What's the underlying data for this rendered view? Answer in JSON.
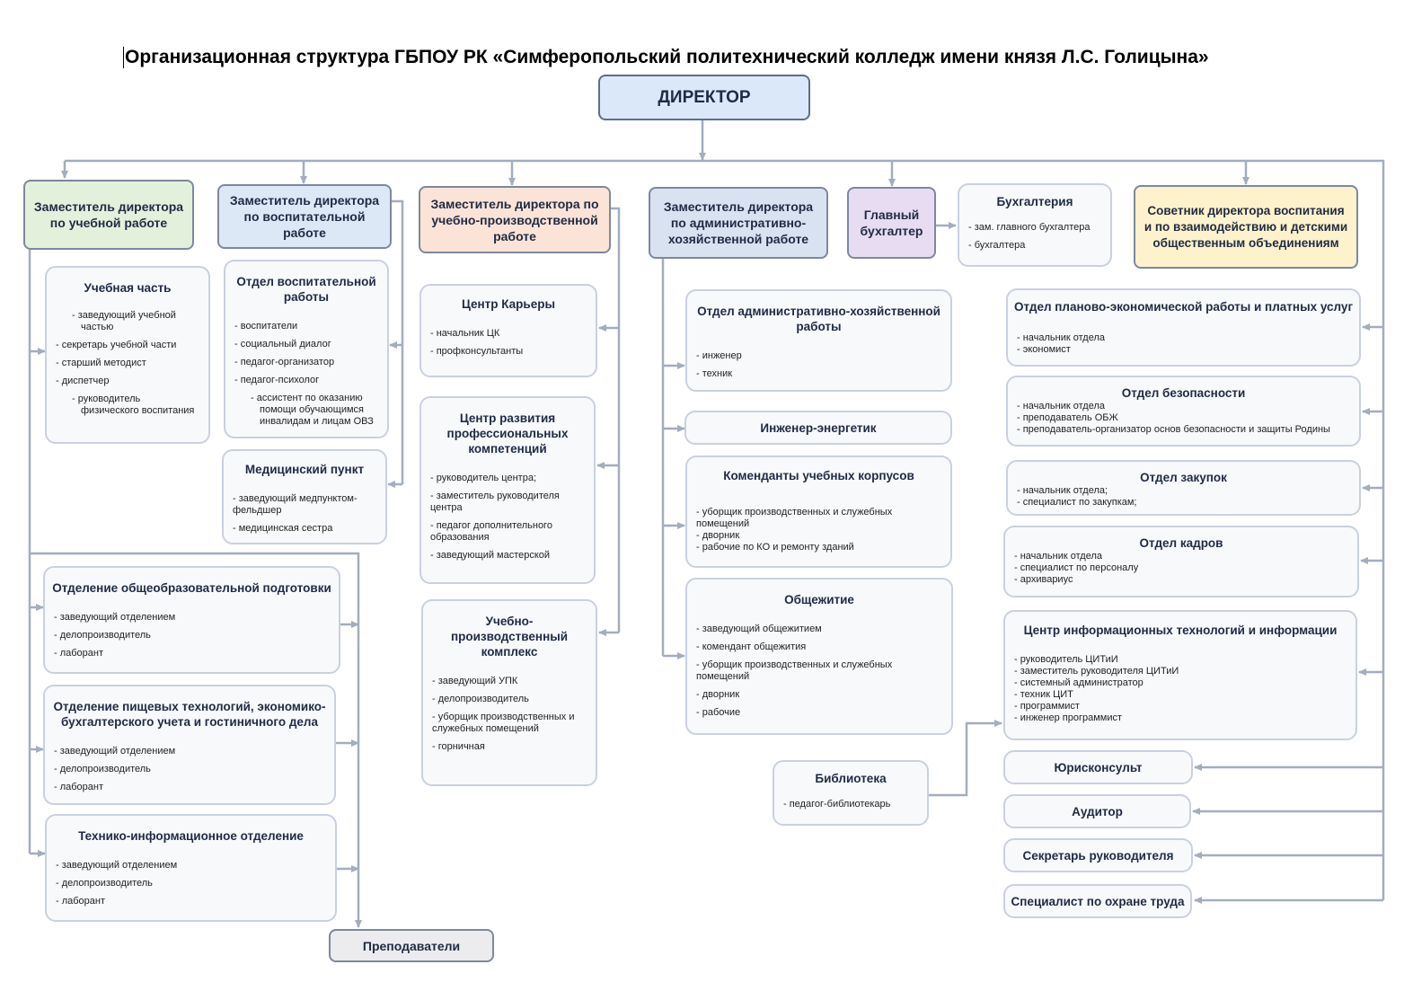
{
  "title": "Организационная структура ГБПОУ РК «Симферопольский политехнический колледж имени князя Л.С. Голицына»",
  "colors": {
    "connector": "#a3adbd",
    "director_fill": "#dbe8f9",
    "deputy_academic_fill": "#e3f0dc",
    "deputy_upbringing_fill": "#dce8f6",
    "deputy_production_fill": "#fbe3d8",
    "deputy_admin_fill": "#d9e2f1",
    "chief_accountant_fill": "#e8dcf2",
    "advisor_fill": "#fdf2cc",
    "unit_fill": "#f8f9fb",
    "teachers_fill": "#ececee"
  },
  "director": "ДИРЕКТОР",
  "heads": {
    "academic": "Заместитель директора по учебной работе",
    "upbringing": "Заместитель директора по воспитательной работе",
    "production": "Заместитель директора по учебно-производственной работе",
    "admin": "Заместитель директора по административно-хозяйственной работе",
    "chief_accountant": "Главный бухгалтер",
    "advisor": "Советник директора воспитания и по взаимодействию и детскими общественным объединениям"
  },
  "units": {
    "uchebnaya": {
      "title": "Учебная часть",
      "items": [
        "- заведующий учебной частью",
        "- секретарь учебной части",
        "- старший методист",
        "- диспетчер",
        "- руководитель физического воспитания"
      ]
    },
    "vospit": {
      "title": "Отдел воспитательной работы",
      "items": [
        "- воспитатели",
        "- социальный диалог",
        "- педагог-организатор",
        "- педагог-психолог",
        "- ассистент по оказанию помощи обучающимся инвалидам и лицам ОВЗ"
      ]
    },
    "med": {
      "title": "Медицинский пункт",
      "items": [
        "- заведующий медпунктом-фельдшер",
        "- медицинская сестра"
      ]
    },
    "otd_obsh": {
      "title": "Отделение общеобразовательной подготовки",
      "items": [
        "- заведующий отделением",
        "- делопроизводитель",
        "- лаборант"
      ]
    },
    "otd_pish": {
      "title": "Отделение пищевых технологий, экономико-бухгалтерского учета и гостиничного дела",
      "items": [
        "- заведующий отделением",
        "- делопроизводитель",
        "- лаборант"
      ]
    },
    "otd_tech": {
      "title": "Технико-информационное отделение",
      "items": [
        "- заведующий отделением",
        "- делопроизводитель",
        "- лаборант"
      ]
    },
    "teachers": "Преподаватели",
    "career": {
      "title": "Центр Карьеры",
      "items": [
        "- начальник ЦК",
        "- профконсультанты"
      ]
    },
    "cpk": {
      "title": "Центр развития профессиональных компетенций",
      "items": [
        "- руководитель центра;",
        "- заместитель руководителя центра",
        "- педагог дополнительного образования",
        "- заведующий мастерской"
      ]
    },
    "upk": {
      "title": "Учебно-производственный комплекс",
      "items": [
        "- заведующий УПК",
        "- делопроизводитель",
        "- уборщик производственных и служебных помещений",
        "- горничная"
      ]
    },
    "ahr": {
      "title": "Отдел административно-хозяйственной работы",
      "items": [
        "- инженер",
        "- техник"
      ]
    },
    "energetic": "Инженер-энергетик",
    "komend": {
      "title": "Коменданты учебных корпусов",
      "items": [
        "- уборщик производственных и служебных помещений",
        "- дворник",
        "- рабочие по КО и ремонту зданий"
      ]
    },
    "obsh": {
      "title": "Общежитие",
      "items": [
        "- заведующий общежитием",
        "- комендант общежития",
        "- уборщик производственных и служебных помещений",
        "- дворник",
        "- рабочие"
      ]
    },
    "library": {
      "title": "Библиотека",
      "items": [
        "- педагог-библиотекарь"
      ]
    },
    "buh": {
      "title": "Бухгалтерия",
      "items": [
        "- зам. главного бухгалтера",
        "- бухгалтера"
      ]
    },
    "plan": {
      "title": "Отдел планово-экономической работы и платных услуг",
      "items": [
        "- начальник отдела",
        "- экономист"
      ]
    },
    "bezop": {
      "title": "Отдел безопасности",
      "items": [
        "- начальник отдела",
        "- преподаватель ОБЖ",
        "- преподаватель-организатор основ безопасности и защиты Родины"
      ]
    },
    "zakup": {
      "title": "Отдел закупок",
      "items": [
        "- начальник отдела;",
        "- специалист по закупкам;"
      ]
    },
    "kadry": {
      "title": "Отдел кадров",
      "items": [
        "- начальник отдела",
        "- специалист по персоналу",
        "- архивариус"
      ]
    },
    "citi": {
      "title": "Центр информационных технологий и информации",
      "items": [
        "- руководитель ЦИТиИ",
        "- заместитель руководителя ЦИТиИ",
        "- системный администратор",
        "- техник ЦИТ",
        "- программист",
        "- инженер программист"
      ]
    },
    "jurist": "Юрисконсульт",
    "auditor": "Аудитор",
    "secretary": "Секретарь руководителя",
    "safety": "Специалист по охране труда"
  }
}
